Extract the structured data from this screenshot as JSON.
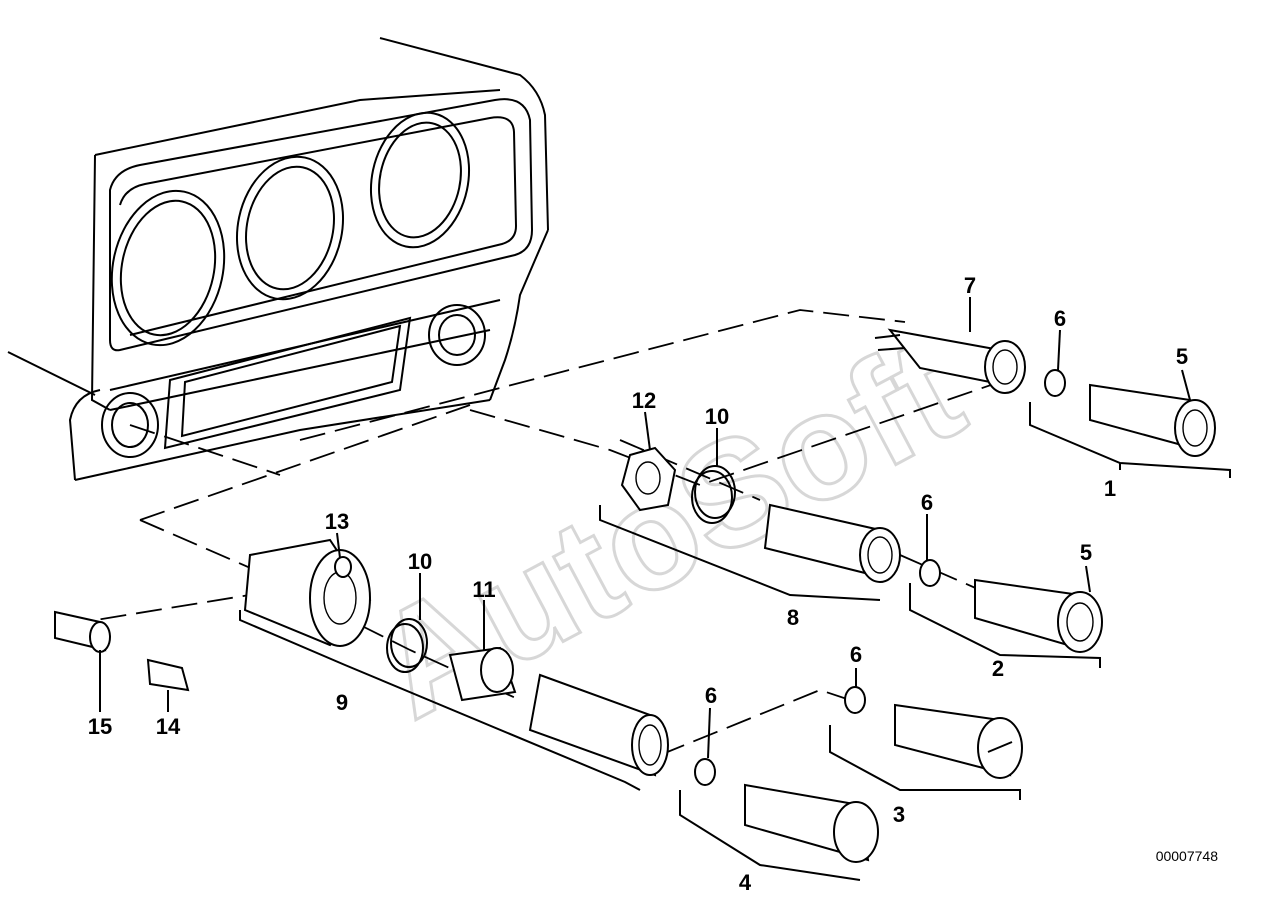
{
  "diagram": {
    "watermark": "AutoSoft",
    "document_id": "00007748",
    "callouts": {
      "c1": "1",
      "c2": "2",
      "c3": "3",
      "c4": "4",
      "c5a": "5",
      "c5b": "5",
      "c6a": "6",
      "c6b": "6",
      "c6c": "6",
      "c6d": "6",
      "c7": "7",
      "c8": "8",
      "c9": "9",
      "c10a": "10",
      "c10b": "10",
      "c11": "11",
      "c12": "12",
      "c13": "13",
      "c14": "14",
      "c15": "15"
    }
  }
}
